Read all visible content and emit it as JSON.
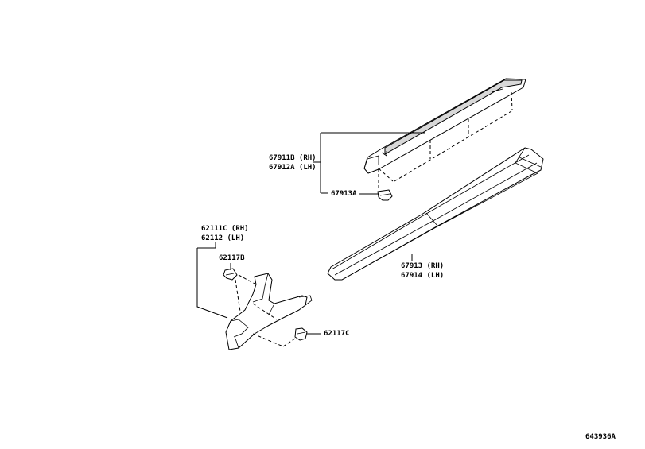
{
  "labels": {
    "sill_upper_rh": "67911B (RH)",
    "sill_upper_lh": "67912A (LH)",
    "clip_upper": "67913A",
    "kick_rh": "62111C (RH)",
    "kick_lh": "62112 (LH)",
    "clip_kick_b": "62117B",
    "sill_lower_rh": "67913 (RH)",
    "sill_lower_lh": "67914 (LH)",
    "clip_kick_c": "62117C"
  },
  "diagram_id": "643936A",
  "colors": {
    "line": "#000000",
    "shade": "#d8d8d8",
    "background": "#ffffff"
  }
}
